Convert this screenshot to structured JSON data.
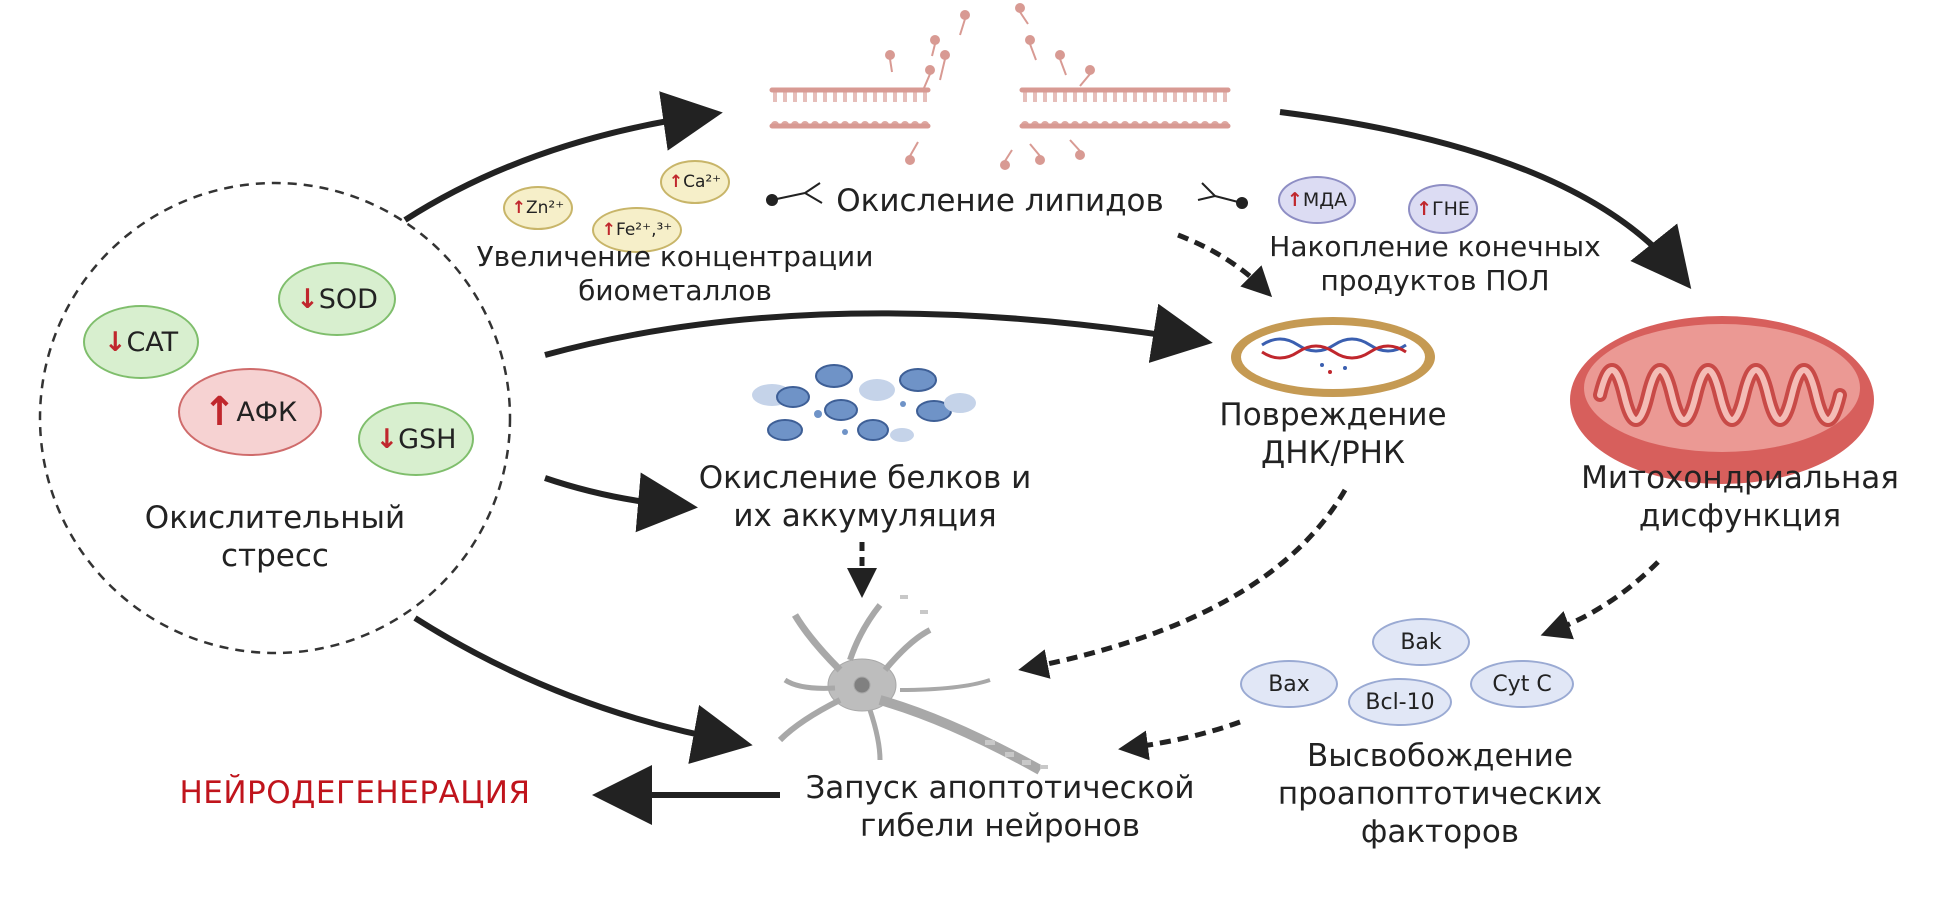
{
  "stress": {
    "title_line1": "Окислительный",
    "title_line2": "стресс",
    "markers": {
      "sod": "SOD",
      "cat": "CAT",
      "afk": "АФК",
      "gsh": "GSH"
    }
  },
  "lipid": {
    "label": "Окисление липидов"
  },
  "metals": {
    "label_line1": "Увеличение концентрации",
    "label_line2": "биометаллов",
    "zn": "Zn²⁺",
    "ca": "Ca²⁺",
    "fe": "Fe²⁺,³⁺"
  },
  "pol": {
    "label_line1": "Накопление конечных",
    "label_line2": "продуктов ПОЛ",
    "mda": "МДА",
    "gne": "ГНЕ"
  },
  "dna": {
    "label_line1": "Повреждение",
    "label_line2": "ДНК/РНК"
  },
  "protein": {
    "label_line1": "Окисление белков и",
    "label_line2": "их аккумуляция"
  },
  "mito": {
    "label_line1": "Митохондриальная",
    "label_line2": "дисфункция"
  },
  "factors": {
    "label_line1": "Высвобождение",
    "label_line2": "проапоптотических",
    "label_line3": "факторов",
    "bak": "Bak",
    "bax": "Bax",
    "bcl10": "Bcl-10",
    "cytc": "Cyt C"
  },
  "apoptosis": {
    "label_line1": "Запуск апоптотической",
    "label_line2": "гибели нейронов"
  },
  "outcome": {
    "label": "НЕЙРОДЕГЕНЕРАЦИЯ"
  },
  "colors": {
    "accent_red": "#c0141c",
    "arrow": "#222222"
  }
}
